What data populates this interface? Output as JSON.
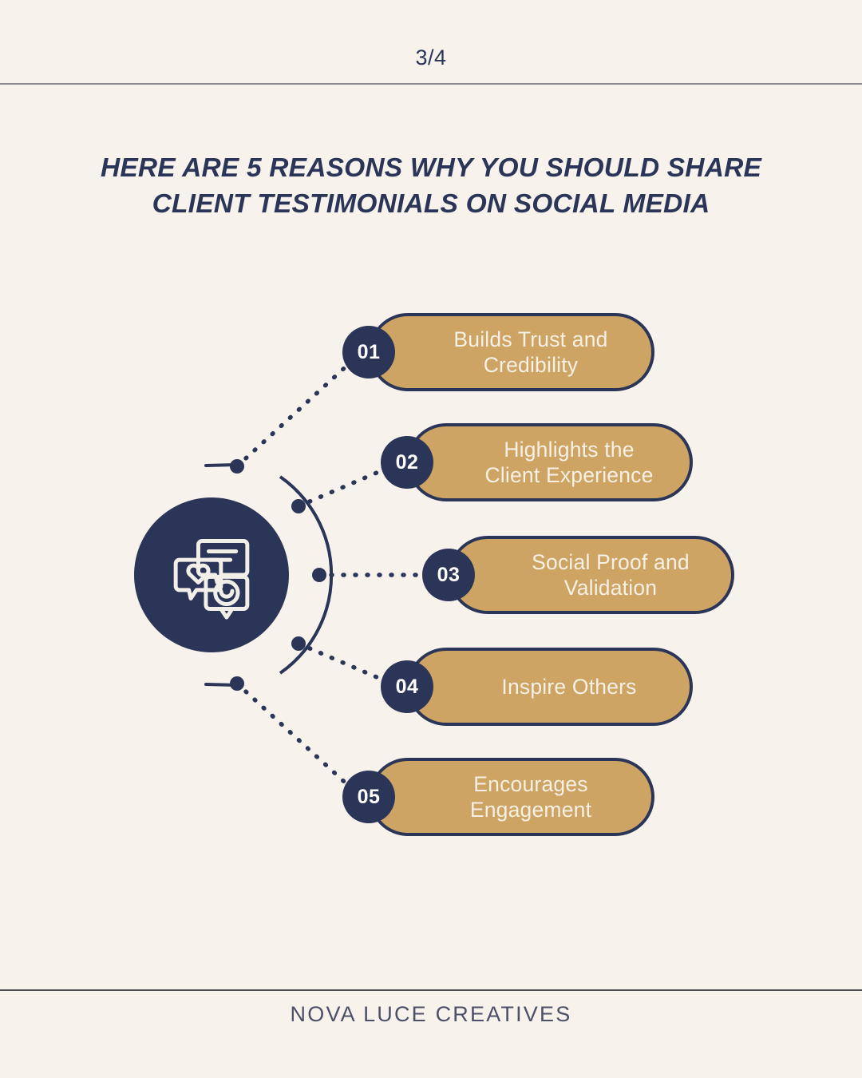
{
  "header": {
    "page_indicator": "3/4"
  },
  "title": {
    "line1": "HERE ARE 5 REASONS WHY YOU SHOULD SHARE",
    "line2": "CLIENT TESTIMONIALS ON SOCIAL MEDIA"
  },
  "hub": {
    "icon": "speech-bubbles-testimonial-icon"
  },
  "items": [
    {
      "number": "01",
      "label_line1": "Builds Trust and",
      "label_line2": "Credibility"
    },
    {
      "number": "02",
      "label_line1": "Highlights the",
      "label_line2": "Client Experience"
    },
    {
      "number": "03",
      "label_line1": "Social Proof and",
      "label_line2": "Validation"
    },
    {
      "number": "04",
      "label_line1": "Inspire Others",
      "label_line2": ""
    },
    {
      "number": "05",
      "label_line1": "Encourages",
      "label_line2": "Engagement"
    }
  ],
  "footer": {
    "brand": "NOVA LUCE CREATIVES"
  },
  "colors": {
    "background": "#F7F3EC",
    "navy": "#2B3558",
    "gold": "#CDA463",
    "label_text": "#F7F0E4",
    "footer_text": "#4b5068"
  }
}
